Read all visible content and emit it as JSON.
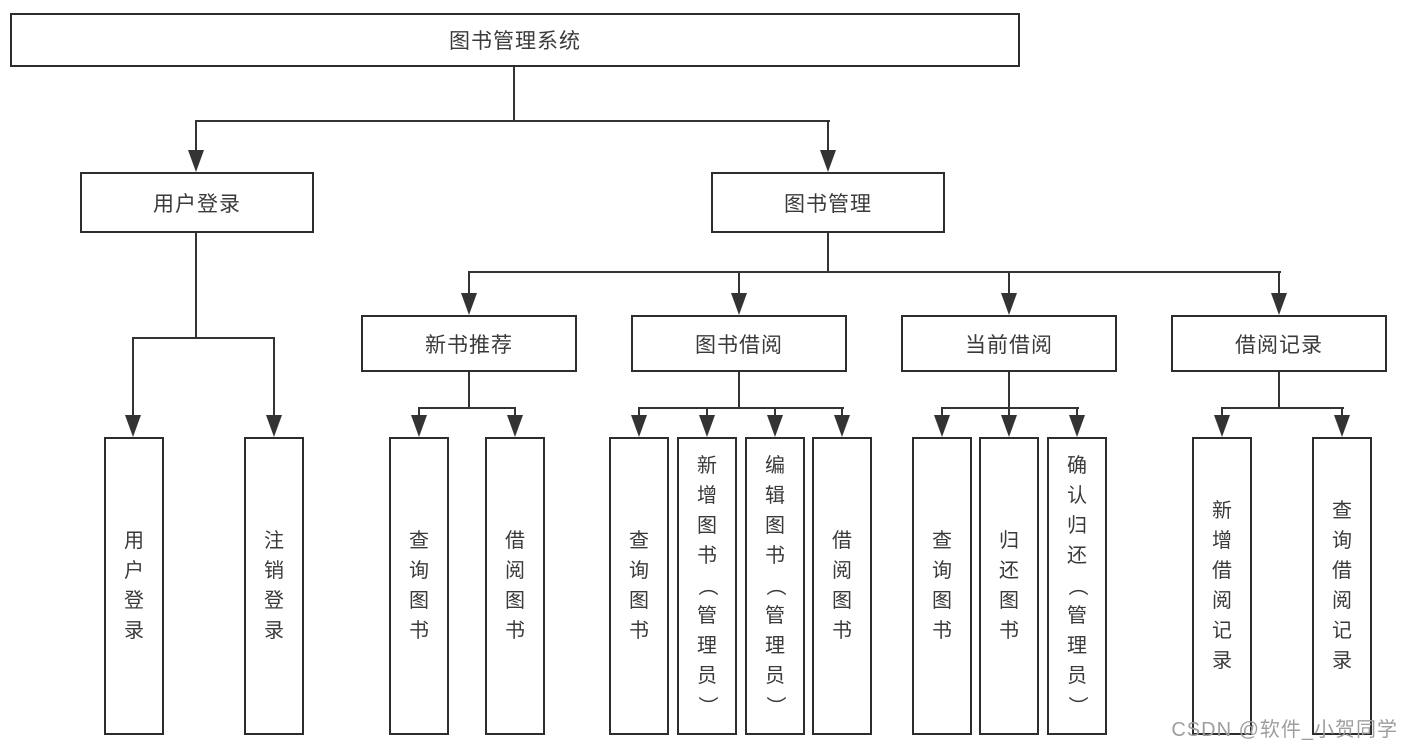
{
  "diagram_type": "functional-structure-tree",
  "tree": {
    "root": {
      "label": "图书管理系统",
      "children": [
        {
          "label": "用户登录",
          "children": [
            {
              "label": "用户登录"
            },
            {
              "label": "注销登录"
            }
          ]
        },
        {
          "label": "图书管理",
          "children": [
            {
              "label": "新书推荐",
              "children": [
                {
                  "label": "查询图书"
                },
                {
                  "label": "借阅图书"
                }
              ]
            },
            {
              "label": "图书借阅",
              "children": [
                {
                  "label": "查询图书"
                },
                {
                  "label": "新增图书（管理员）"
                },
                {
                  "label": "编辑图书（管理员）"
                },
                {
                  "label": "借阅图书"
                }
              ]
            },
            {
              "label": "当前借阅",
              "children": [
                {
                  "label": "查询图书"
                },
                {
                  "label": "归还图书"
                },
                {
                  "label": "确认归还（管理员）"
                }
              ]
            },
            {
              "label": "借阅记录",
              "children": [
                {
                  "label": "新增借阅记录"
                },
                {
                  "label": "查询借阅记录"
                }
              ]
            }
          ]
        }
      ]
    }
  },
  "watermark": {
    "text": "CSDN @软件_小贺同学",
    "color": "#9e9e9e"
  },
  "colors": {
    "line": "#333333",
    "box_border": "#2d2d2d",
    "text": "#3a3a3a",
    "background": "#ffffff"
  }
}
